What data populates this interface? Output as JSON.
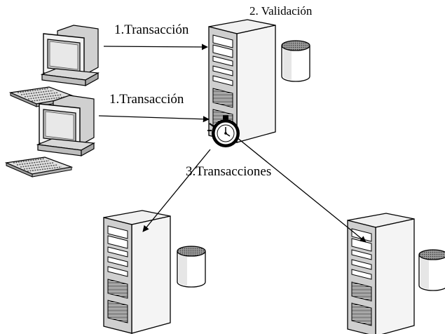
{
  "labels": {
    "transaction_1": "1.Transacción",
    "transaction_2": "1.Transacción",
    "validation": "2. Validación",
    "transactions": "3.Transacciones"
  },
  "nodes": {
    "clients": [
      "client-computer",
      "client-computer"
    ],
    "central": "central-server",
    "replicas": [
      "replica-server",
      "replica-server"
    ],
    "databases": [
      "database",
      "database",
      "database"
    ],
    "timer": "stopwatch-icon"
  },
  "colors": {
    "ink": "#000000",
    "monitor_screen": "#e6e6e6",
    "body_shade": "#bfbfbf",
    "db_top": "#888888"
  }
}
